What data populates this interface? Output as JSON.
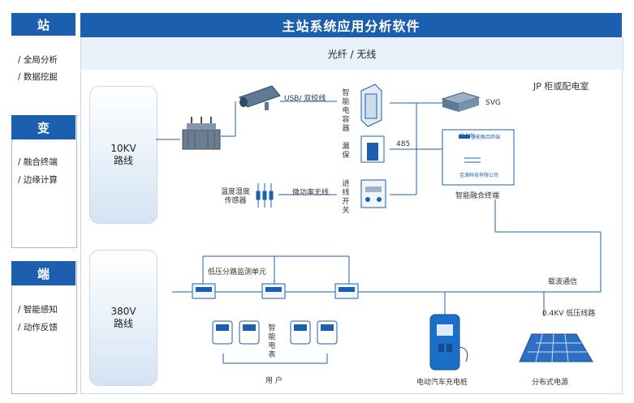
{
  "left": {
    "station": {
      "title": "站",
      "items": [
        "/ 全局分析",
        "/ 数据挖掘"
      ]
    },
    "transform": {
      "title": "变",
      "items": [
        "/ 融合终端",
        "/ 边缘计算"
      ]
    },
    "end": {
      "title": "端",
      "items": [
        "/ 智能感知",
        "/ 动作反馈"
      ]
    }
  },
  "header": {
    "title": "主站系统应用分析软件"
  },
  "fiber": {
    "label": "光纤 / 无线"
  },
  "diagram": {
    "room_title": "JP 柜或配电室",
    "line_10kv": [
      "10KV",
      "路线"
    ],
    "line_380v": [
      "380V",
      "路线"
    ],
    "usb_label": "USB/ 双绞线",
    "cap_label": "智能电容器",
    "leak_label": "漏保",
    "switch_label": "进线开关",
    "wireless_label": "微功率无线",
    "sensor_label": [
      "温度湿度",
      "传感器"
    ],
    "rs485": "485",
    "svg_label": "SVG",
    "terminal_screen": [
      "JP-D01",
      "智能融合终端"
    ],
    "terminal_company": "佳源科技有限公司",
    "terminal_label": "智能融合终端",
    "lv_unit_label": "低压分路监测单元",
    "smart_meter_label": "智能电表",
    "user_label": "用 户",
    "carrier_label": "载波通信",
    "lv_line_label": "0.4KV 低压线路",
    "ev_label": "电动汽车充电桩",
    "pv_label": "分布式电源"
  }
}
